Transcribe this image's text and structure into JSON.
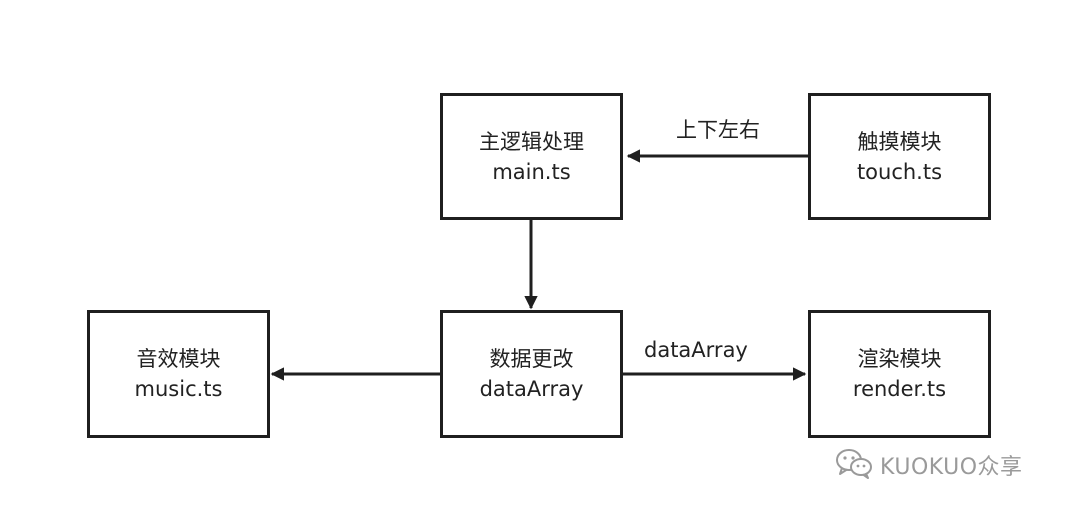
{
  "nodes": {
    "main": {
      "title": "主逻辑处理",
      "sub": "main.ts"
    },
    "touch": {
      "title": "触摸模块",
      "sub": "touch.ts"
    },
    "data": {
      "title": "数据更改",
      "sub": "dataArray"
    },
    "music": {
      "title": "音效模块",
      "sub": "music.ts"
    },
    "render": {
      "title": "渲染模块",
      "sub": "render.ts"
    }
  },
  "edges": {
    "touch_to_main": "上下左右",
    "data_to_render": "dataArray"
  },
  "watermark": {
    "icon": "wechat-icon",
    "text": "KUOKUO众享"
  }
}
